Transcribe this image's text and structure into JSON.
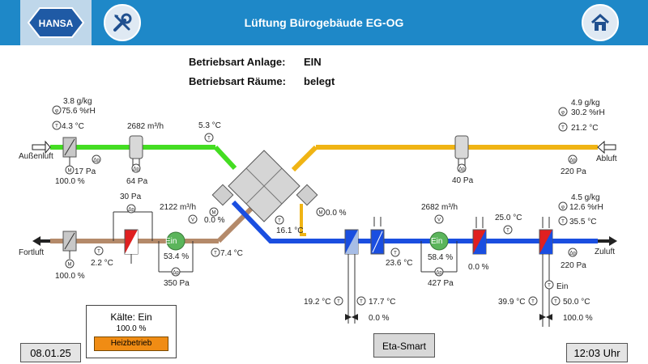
{
  "header": {
    "title": "Lüftung Bürogebäude EG-OG",
    "logo_text": "HANSA",
    "tools_icon": "tools-icon",
    "home_icon": "home-icon"
  },
  "modes": {
    "anlage_label": "Betriebsart Anlage:",
    "anlage_value": "EIN",
    "raeume_label": "Betriebsart Räume:",
    "raeume_value": "belegt"
  },
  "outside": {
    "label": "Außenluft",
    "humidity_abs": "3.8 g/kg",
    "humidity_rel": "75.6 %rH",
    "temp": "4.3 °C",
    "damper": "100.0 %",
    "filter_dp": "17 Pa",
    "flow": "2682 m³/h",
    "filter2_dp": "64 Pa"
  },
  "hrx_in_temp": "5.3 °C",
  "exhaust": {
    "label": "Abluft",
    "humidity_abs": "4.9 g/kg",
    "humidity_rel": "30.2 %rH",
    "temp": "21.2 °C",
    "dp": "220 Pa",
    "filter_dp": "40 Pa"
  },
  "hrx": {
    "bypass_left": "0.0 %",
    "bypass_right": "0.0 %",
    "temp_mid": "16.1 °C"
  },
  "fortluft": {
    "label": "Fortluft",
    "temp": "2.2 °C",
    "damper": "100.0 %",
    "fan_dp": "30 Pa",
    "flow": "2122 m³/h",
    "fan_state": "Ein",
    "fan_speed": "53.4 %",
    "fan_pressure": "350 Pa",
    "temp_after": "7.4 °C"
  },
  "supply": {
    "label": "Zuluft",
    "temp_after_cooler": "23.6 °C",
    "flow": "2682 m³/h",
    "fan_state": "Ein",
    "fan_speed": "58.4 %",
    "fan_pressure": "427 Pa",
    "temp_mid": "25.0 °C",
    "heater1_valve": "0.0 %",
    "humidity_abs": "4.5 g/kg",
    "humidity_rel": "12.6 %rH",
    "temp_out": "35.5 °C",
    "dp": "220 Pa"
  },
  "cooler": {
    "temp_in": "19.2 °C",
    "temp_out": "17.7 °C",
    "valve": "0.0 %"
  },
  "heater": {
    "pump": "Ein",
    "temp_in": "39.9 °C",
    "temp_out": "50.0 °C",
    "valve": "100.0 %"
  },
  "status_box": {
    "kaelte": "Kälte: Ein",
    "percent": "100.0 %",
    "mode_button": "Heizbetrieb"
  },
  "date": "08.01.25",
  "time": "12:03 Uhr",
  "eta_button": "Eta-Smart",
  "sensor_letters": {
    "temp": "T",
    "damper": "M",
    "dp": "Δp",
    "flow": "V",
    "humidity": "φ"
  },
  "colors": {
    "topbar": "#1e88c8",
    "outside_air": "#44dd22",
    "exhaust_air": "#f0b414",
    "fortluft_air": "#b48a6a",
    "supply_air": "#1a4ee0",
    "fan_on": "#5bb55b",
    "heater_red": "#e02020"
  }
}
